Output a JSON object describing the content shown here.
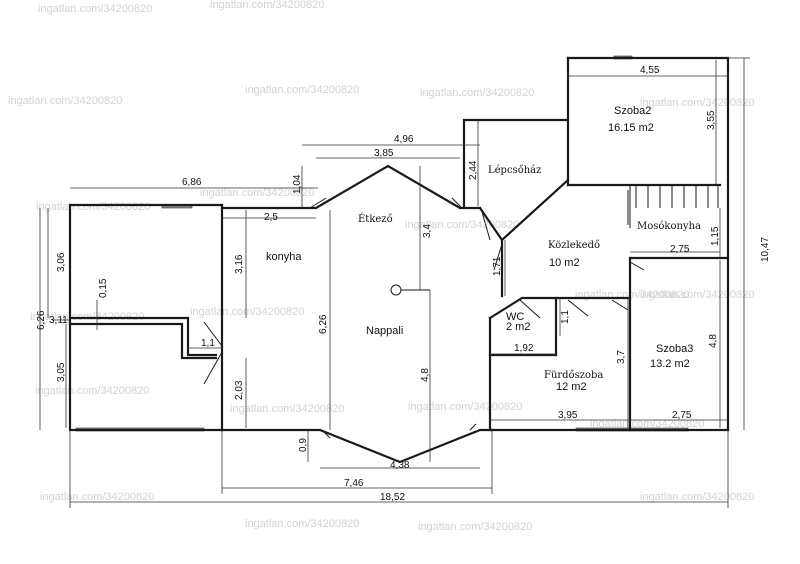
{
  "watermark": "ingatlan.com/34200820",
  "rooms": {
    "szoba2": {
      "name": "Szoba2",
      "area": "16.15 m2"
    },
    "lepcsohaz": {
      "name": "Lépcsőház"
    },
    "etkezo": {
      "name": "Étkező"
    },
    "konyha": {
      "name": "konyha"
    },
    "kozlekedo": {
      "name": "Közlekedő",
      "area": "10 m2"
    },
    "mosokonyha": {
      "name": "Mosókonyha"
    },
    "nappali": {
      "name": "Nappali"
    },
    "wc": {
      "name": "WC",
      "area": "2 m2"
    },
    "szoba3": {
      "name": "Szoba3",
      "area": "13.2 m2"
    },
    "furdoszoba": {
      "name": "Fürdőszoba",
      "area": "12 m2"
    }
  },
  "dims": {
    "d455": "4,55",
    "d355": "3,55",
    "d496": "4,96",
    "d385": "3,85",
    "d244": "2,44",
    "d104": "1,04",
    "d686": "6,86",
    "d25": "2,5",
    "d34": "3,4",
    "d1047": "10,47",
    "d115": "1,15",
    "d275a": "2,75",
    "d306": "3,06",
    "d316": "3,16",
    "d171": "1,71",
    "d015": "0,15",
    "d626a": "6,26",
    "d311": "3,11",
    "d626b": "6,26",
    "d11a": "1,1",
    "d11b": "1,1",
    "d48a": "4,8",
    "d192": "1,92",
    "d305": "3,05",
    "d203": "2,03",
    "d48b": "4,8",
    "d37": "3,7",
    "d395": "3,95",
    "d275b": "2,75",
    "d09": "0,9",
    "d438": "4,38",
    "d746": "7,46",
    "d1852": "18,52"
  }
}
